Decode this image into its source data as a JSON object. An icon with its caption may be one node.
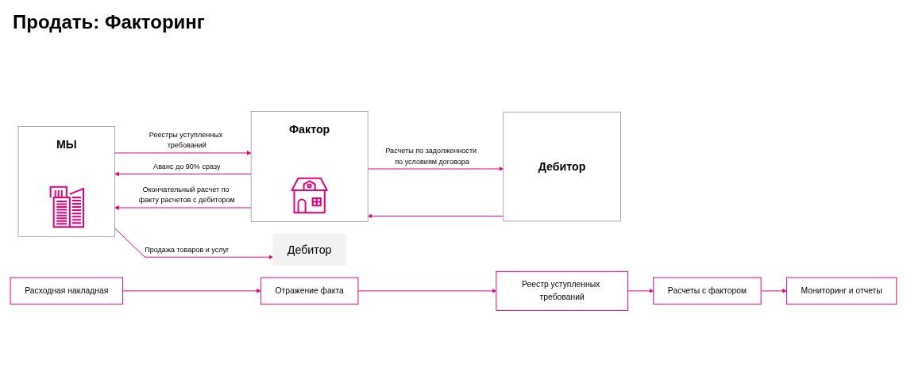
{
  "diagram": {
    "title": "Продать: Факторинг",
    "nodes": [
      {
        "text": [
          "МЫ"
        ]
      },
      {
        "text": [
          "Фактор"
        ]
      },
      {
        "text": [
          "Дебитор"
        ]
      },
      {
        "text": [
          "Дебитор"
        ]
      },
      {
        "text": [
          "Расходная накладная"
        ]
      },
      {
        "text": [
          "Отражение факта"
        ]
      },
      {
        "text": [
          "Реестр уступленных требований"
        ]
      },
      {
        "text": [
          "Расчеты с фактором"
        ]
      },
      {
        "text": [
          "Мониторинг и отчеты"
        ]
      }
    ],
    "edges": [
      {
        "from": 0,
        "to": 1,
        "arrow": "to",
        "label": "Реестры уступленных требований"
      },
      {
        "from": 1,
        "to": 0,
        "arrow": "to",
        "label": "Аванс до 90% сразу"
      },
      {
        "from": 1,
        "to": 0,
        "arrow": "to",
        "label": "Окончательный расчет по факту расчетов с дебитором"
      },
      {
        "from": 1,
        "to": 2,
        "arrow": "to",
        "label": "Расчеты по задолженности по условиям договора"
      },
      {
        "from": 2,
        "to": 1,
        "arrow": "to"
      },
      {
        "from": 0,
        "to": 3,
        "arrow": "to",
        "label": "Продажа товаров и услуг"
      },
      {
        "from": 4,
        "to": 5,
        "arrow": "to"
      },
      {
        "from": 5,
        "to": 6,
        "arrow": "to"
      },
      {
        "from": 6,
        "to": 7,
        "arrow": "to"
      },
      {
        "from": 7,
        "to": 8,
        "arrow": "to"
      }
    ]
  }
}
